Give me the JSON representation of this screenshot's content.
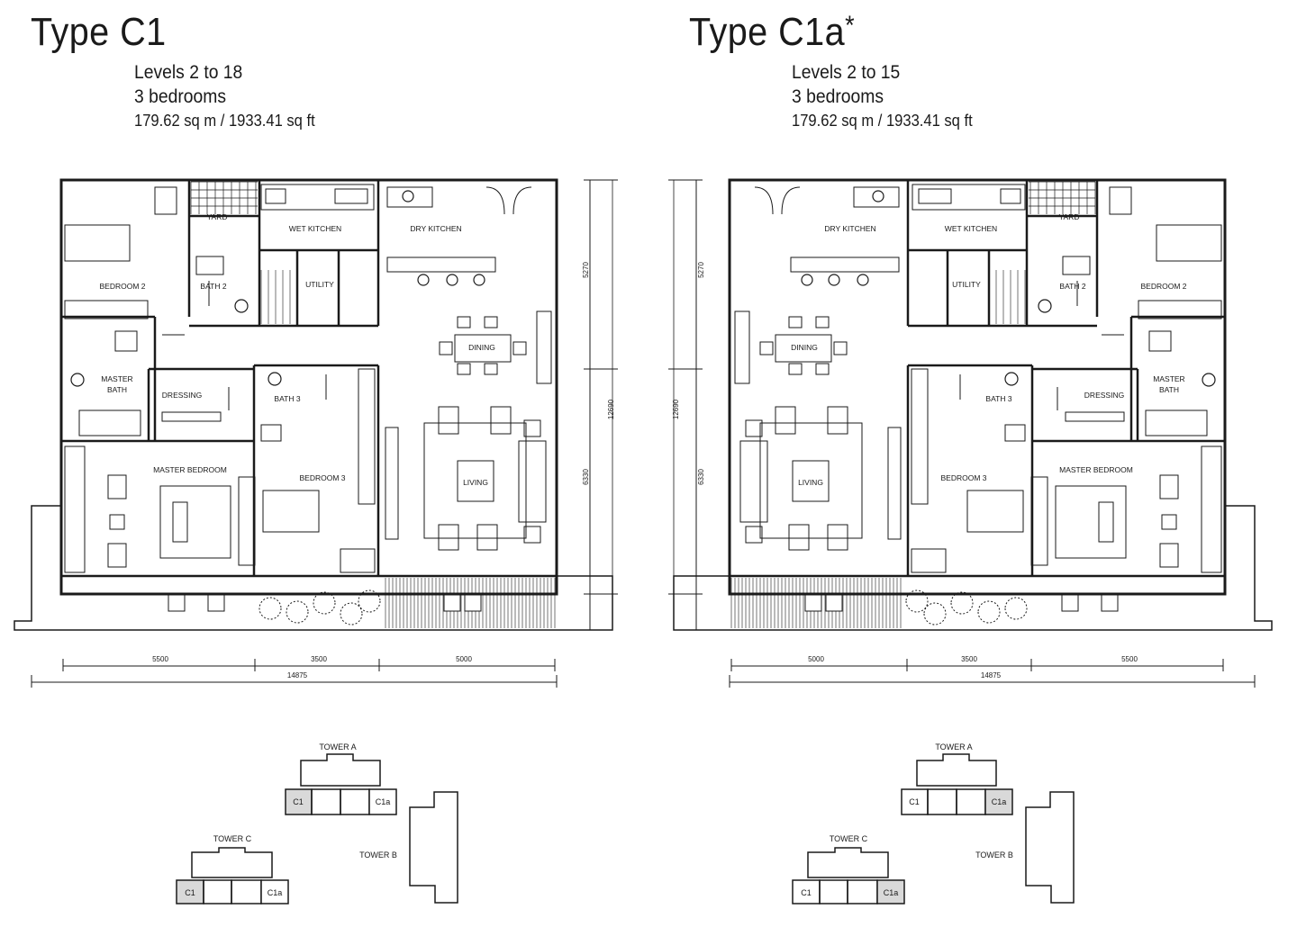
{
  "plans": [
    {
      "title": "Type C1",
      "levels": "Levels 2 to 18",
      "bedrooms": "3 bedrooms",
      "area": "179.62 sq m / 1933.41 sq ft",
      "rooms": [
        "BEDROOM 2",
        "BATH 2",
        "YARD",
        "WET KITCHEN",
        "UTILITY",
        "DRY KITCHEN",
        "DINING",
        "MASTER",
        "BATH",
        "DRESSING",
        "BATH 3",
        "MASTER BEDROOM",
        "BEDROOM 3",
        "LIVING"
      ],
      "dims_vertical": [
        "5270",
        "12690",
        "6330"
      ],
      "dims_horizontal": [
        "5500",
        "3500",
        "5000"
      ],
      "dim_total": "14875",
      "highlight_unit": "C1"
    },
    {
      "title": "Type C1a",
      "title_mark": "*",
      "levels": "Levels 2 to 15",
      "bedrooms": "3 bedrooms",
      "area": "179.62 sq m / 1933.41 sq ft",
      "rooms": [
        "BEDROOM 2",
        "BATH 2",
        "YARD",
        "WET KITCHEN",
        "UTILITY",
        "DRY KITCHEN",
        "DINING",
        "MASTER",
        "BATH",
        "DRESSING",
        "BATH 3",
        "MASTER BEDROOM",
        "BEDROOM 3",
        "LIVING"
      ],
      "dims_vertical": [
        "5270",
        "12690",
        "6330"
      ],
      "dims_horizontal": [
        "5000",
        "3500",
        "5500"
      ],
      "dim_total": "14875",
      "highlight_unit": "C1a"
    }
  ],
  "key_plan": {
    "tower_a": "TOWER A",
    "tower_b": "TOWER B",
    "tower_c": "TOWER C",
    "unit_c1": "C1",
    "unit_c1a": "C1a"
  },
  "colors": {
    "line": "#1a1a1a",
    "highlight": "#d9d9d9"
  }
}
